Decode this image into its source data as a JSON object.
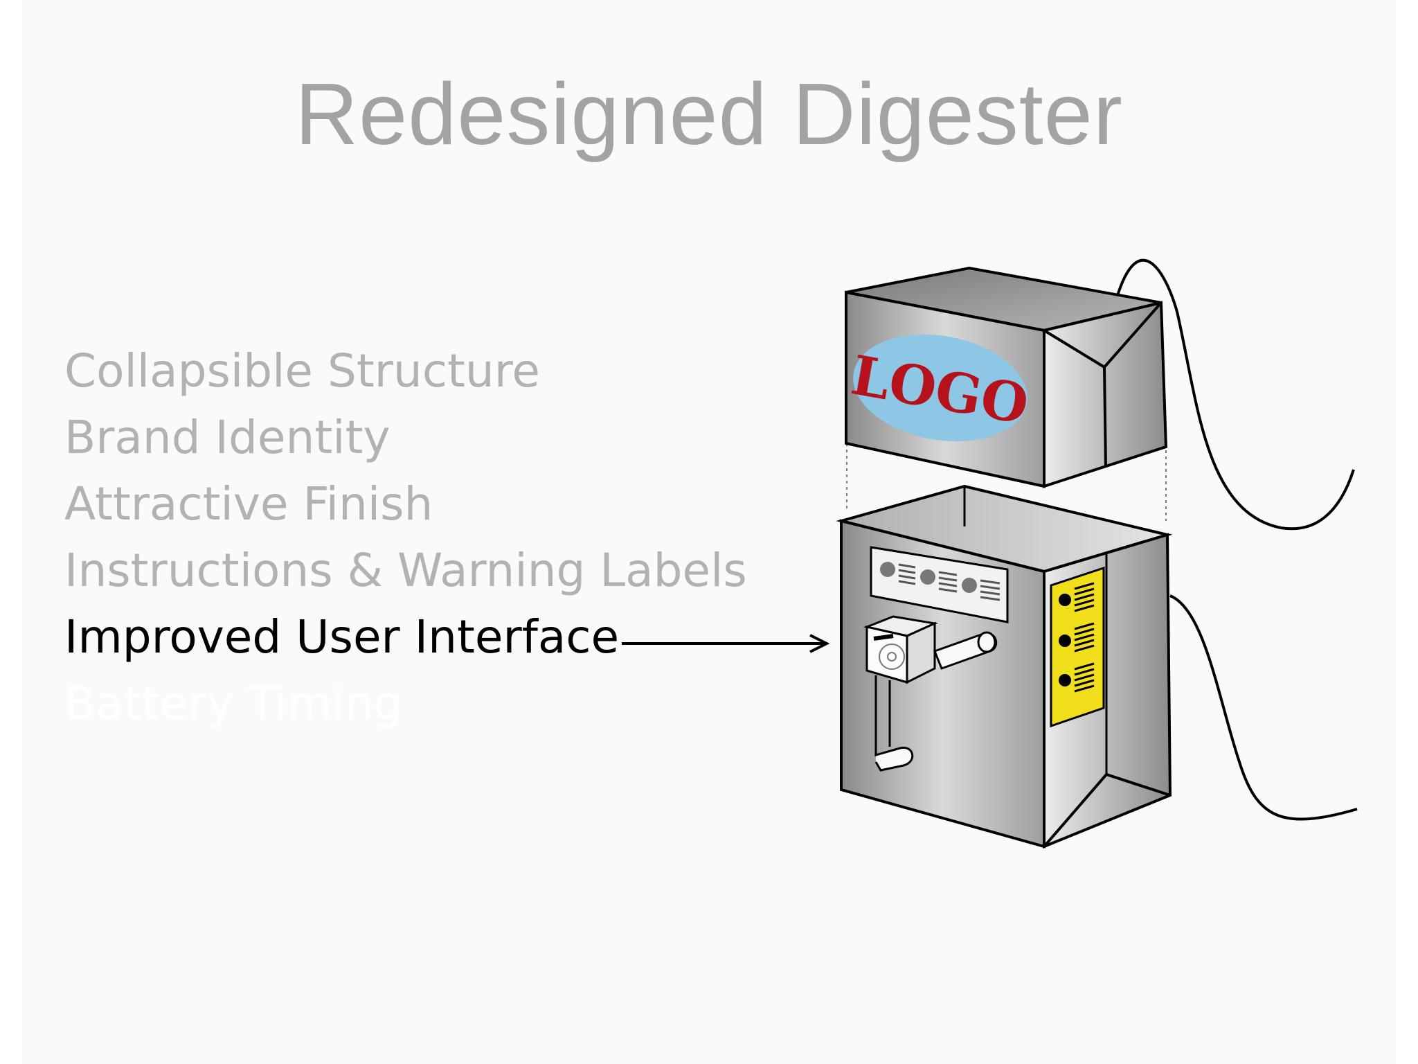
{
  "slide": {
    "title": "Redesigned Digester",
    "bullets": [
      {
        "label": "Collapsible Structure",
        "state": "dimmed"
      },
      {
        "label": "Brand Identity",
        "state": "dimmed"
      },
      {
        "label": "Attractive Finish",
        "state": "dimmed"
      },
      {
        "label": "Instructions & Warning Labels",
        "state": "dimmed"
      },
      {
        "label": "Improved User Interface",
        "state": "active"
      },
      {
        "label": "Battery Timing",
        "state": "hidden"
      }
    ]
  },
  "illustration": {
    "logo_text": "LOGO",
    "colors": {
      "logo_oval": "#8ec7e6",
      "logo_text": "#b5121b",
      "warning_label": "#f2df1c",
      "box_gray": "#9a9a9a"
    },
    "icons": [
      "digester-box-icon",
      "lid-icon",
      "arrow-right-icon",
      "cable-icon",
      "faucet-icon",
      "control-panel-icon",
      "warning-label-icon"
    ]
  }
}
